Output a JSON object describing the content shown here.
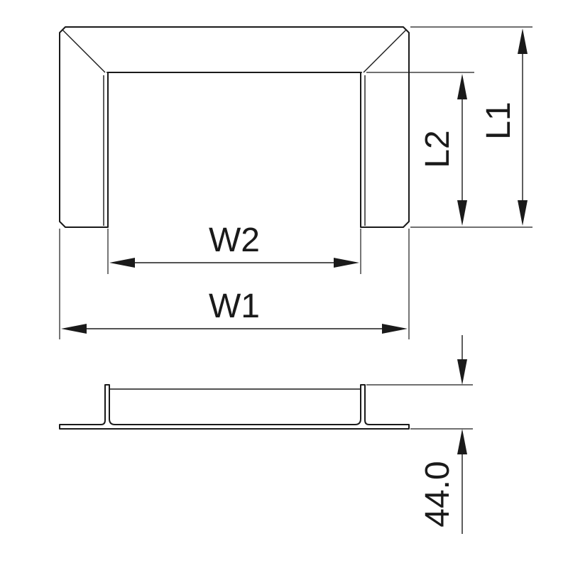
{
  "labels": {
    "w1": "W1",
    "w2": "W2",
    "l1": "L1",
    "l2": "L2",
    "height": "44.0"
  }
}
